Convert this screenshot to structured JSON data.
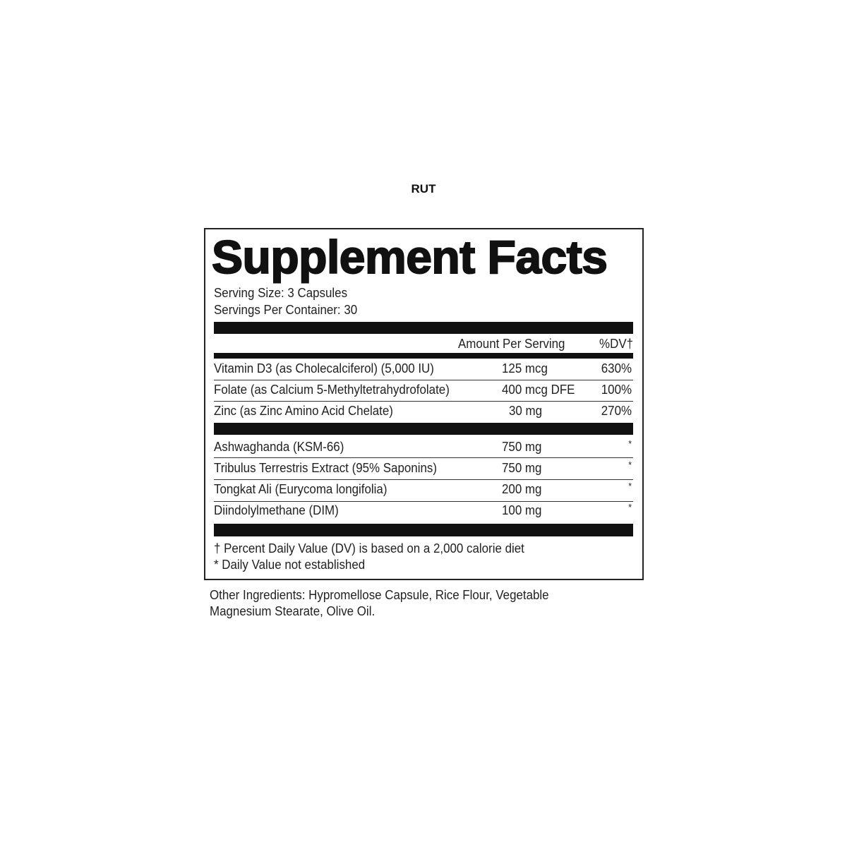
{
  "brand": "RUT",
  "title": "Supplement Facts",
  "serving_size": "Serving Size: 3 Capsules",
  "servings_per_container": "Servings Per Container: 30",
  "header": {
    "amount": "Amount Per Serving",
    "dv": "%DV†"
  },
  "vitamins": [
    {
      "name": "Vitamin D3 (as Cholecalciferol) (5,000 IU)",
      "amount": "125 mcg",
      "dv": "630%"
    },
    {
      "name": "Folate (as Calcium 5-Methyltetrahydrofolate)",
      "amount": "400 mcg DFE",
      "dv": "100%"
    },
    {
      "name": "Zinc (as Zinc Amino Acid Chelate)",
      "amount": "30 mg",
      "dv": "270%"
    }
  ],
  "blends": [
    {
      "name": "Ashwaghanda (KSM-66)",
      "amount": "750 mg",
      "dv": "*"
    },
    {
      "name": "Tribulus Terrestris Extract (95% Saponins)",
      "amount": "750 mg",
      "dv": "*"
    },
    {
      "name": "Tongkat Ali (Eurycoma longifolia)",
      "amount": "200 mg",
      "dv": "*"
    },
    {
      "name": "Diindolylmethane (DIM)",
      "amount": "100 mg",
      "dv": "*"
    }
  ],
  "footnotes": [
    "† Percent Daily Value (DV) is based on a 2,000 calorie diet",
    "* Daily Value not established"
  ],
  "other_ingredients": [
    "Other Ingredients: Hypromellose Capsule, Rice Flour, Vegetable",
    "Magnesium Stearate, Olive Oil."
  ]
}
